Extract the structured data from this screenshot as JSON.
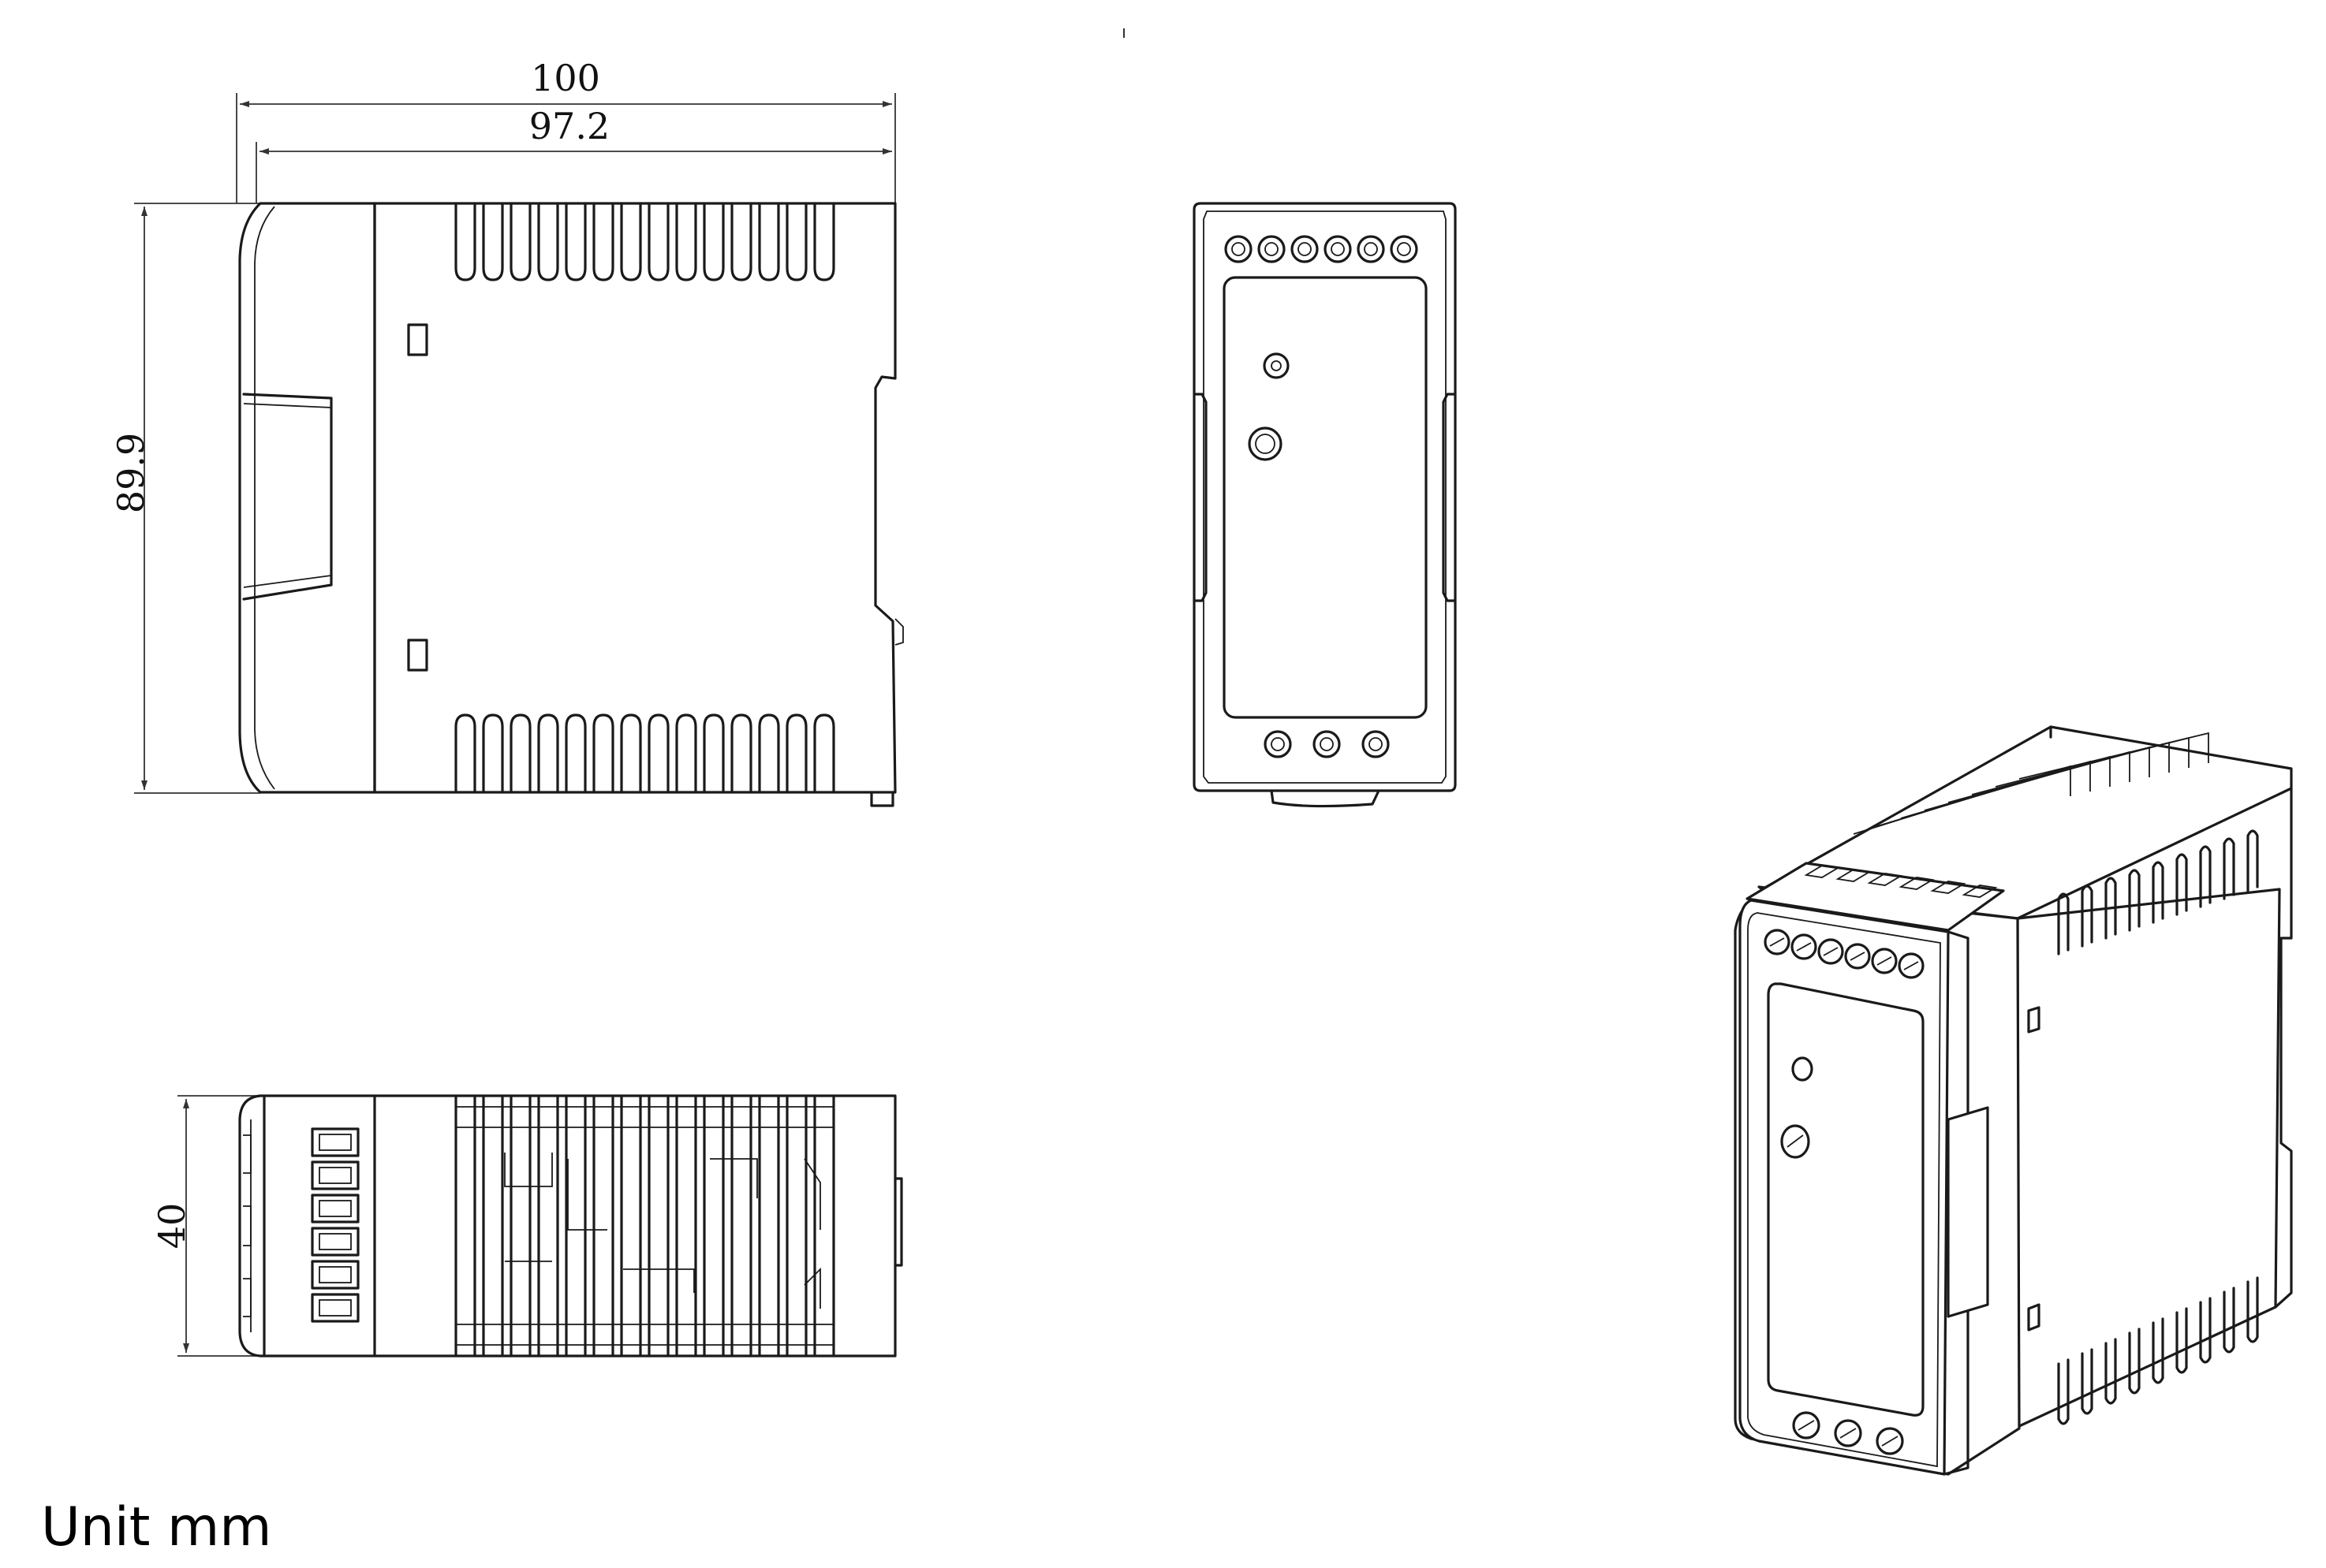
{
  "dimensions": {
    "width_overall": "100",
    "width_body": "97.2",
    "height": "89.9",
    "depth": "40"
  },
  "unit_label": "Unit mm",
  "colors": {
    "line": "#1a1a1a",
    "background": "#ffffff"
  }
}
